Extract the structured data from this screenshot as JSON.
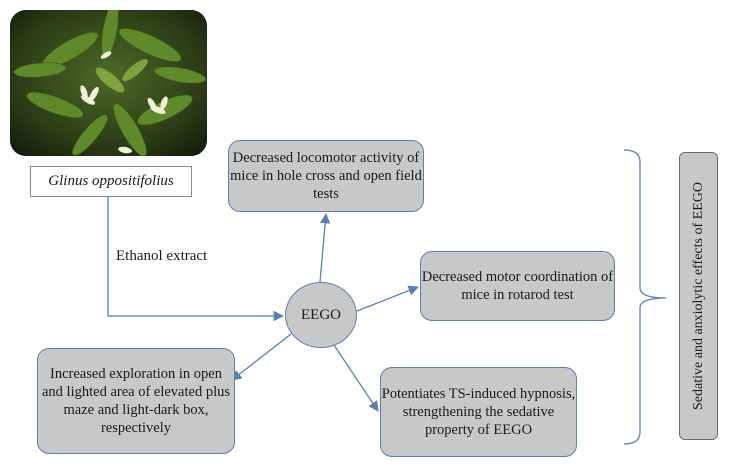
{
  "plant_photo": {
    "icon": "glinus-oppositifolius-plant-photo"
  },
  "plant_caption": "Glinus oppositifolius",
  "extraction_label": "Ethanol extract",
  "center_node": "EEGO",
  "effects": {
    "locomotor": "Decreased locomotor activity of mice in hole cross and open field tests",
    "motor": "Decreased motor coordination of mice in rotarod test",
    "exploration": "Increased exploration in open and lighted area of elevated plus maze and light-dark box, respectively",
    "hypnosis": "Potentiates TS-induced hypnosis, strengthening the sedative property of EEGO"
  },
  "summary_label": "Sedative and anxiolytic effects of EEGO",
  "colors": {
    "box_fill": "#c8c8c8",
    "box_border": "#5b7fb0",
    "arrow": "#5b7fb0"
  }
}
